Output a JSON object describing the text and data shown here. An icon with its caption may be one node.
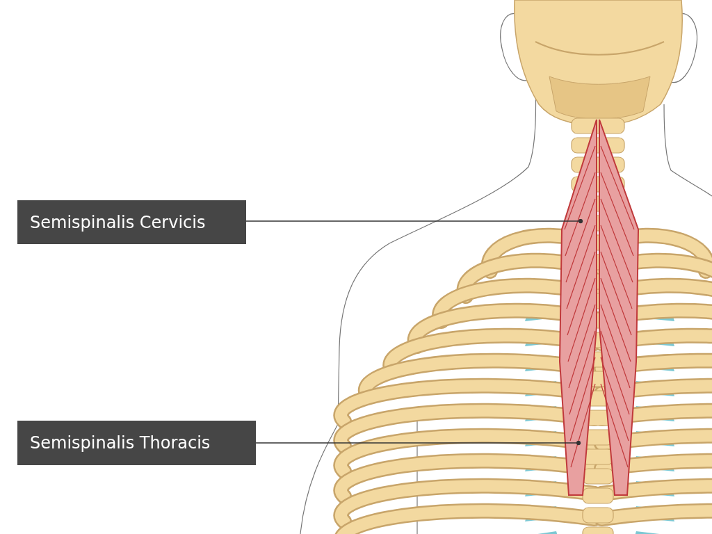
{
  "diagram": {
    "nodes": [
      {
        "text": [
          "Semispinalis Cervicis"
        ]
      },
      {
        "text": [
          "Semispinalis Thoracis"
        ]
      }
    ],
    "edges": [
      {
        "from": 0,
        "to": null,
        "arrow": "other"
      },
      {
        "from": 1,
        "to": null,
        "arrow": "other"
      }
    ]
  }
}
